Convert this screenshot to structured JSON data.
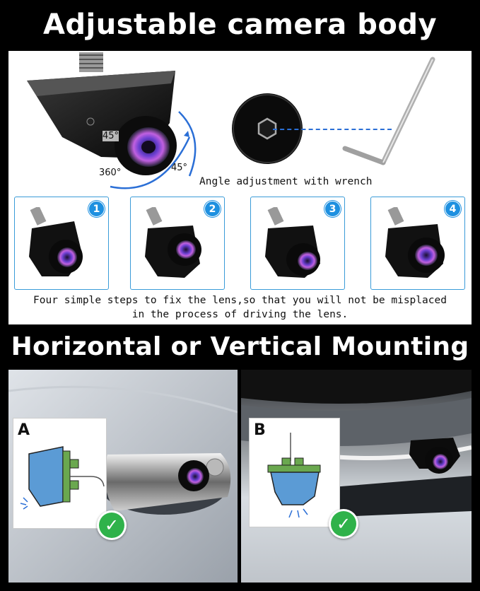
{
  "banners": {
    "top": "Adjustable camera body",
    "middle": "Horizontal or Vertical Mounting"
  },
  "adjustment": {
    "angle_top": "45°",
    "angle_rotation": "360°",
    "angle_side": "45°",
    "caption": "Angle adjustment with wrench"
  },
  "steps": {
    "items": [
      {
        "number": "1"
      },
      {
        "number": "2"
      },
      {
        "number": "3"
      },
      {
        "number": "4"
      }
    ],
    "caption_line1": "Four simple steps to fix the lens,so that you will not be misplaced",
    "caption_line2": "in the process of driving the lens."
  },
  "mounting": {
    "option_a": "A",
    "option_b": "B",
    "check_mark": "✓"
  },
  "colors": {
    "background": "#000000",
    "step_border": "#3a9bd8",
    "step_badge": "#1e90e0",
    "check_green": "#2fb24a",
    "diagram_blue": "#5b9bd5",
    "diagram_green": "#6aa84f"
  },
  "icons": [
    "camera-body-icon",
    "hex-socket-icon",
    "allen-wrench-icon",
    "check-icon"
  ]
}
